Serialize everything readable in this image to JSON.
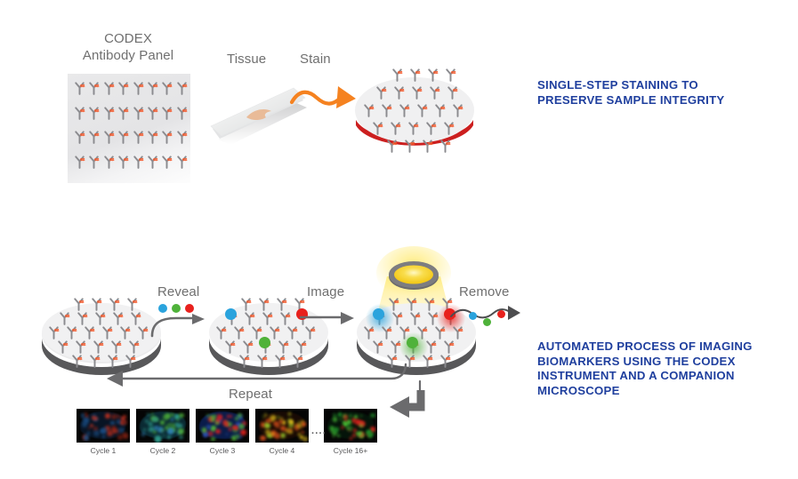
{
  "diagram": {
    "title": "CODEX multiplexed imaging workflow",
    "colors": {
      "callout_navy": "#1f3f9e",
      "label_gray": "#6f6f6f",
      "antibody_gray": "#8b8b8f",
      "barcode_orange": "#f4582a",
      "arrow_orange": "#f58220",
      "arrow_gray": "#6b6b6d",
      "disc_fill": "#ebebec",
      "disc_edge": "#58585a",
      "tissue_red": "#cc1f1f",
      "fluor_blue": "#2aa3dd",
      "fluor_green": "#4fb23a",
      "fluor_red": "#e8211d",
      "lamp_yellow": "#f7d417"
    }
  },
  "top_row": {
    "panel_label_line1": "CODEX",
    "panel_label_line2": "Antibody Panel",
    "tissue_label": "Tissue",
    "stain_label": "Stain",
    "panel_rows": 4,
    "panel_cols": 8,
    "callout": "SINGLE-STEP STAINING TO\nPRESERVE SAMPLE INTEGRITY"
  },
  "bottom_row": {
    "reveal_label": "Reveal",
    "image_label": "Image",
    "remove_label": "Remove",
    "repeat_label": "Repeat",
    "reveal_dots": [
      "#2aa3dd",
      "#4fb23a",
      "#e8211d"
    ],
    "remove_dots": [
      "#2aa3dd",
      "#4fb23a",
      "#e8211d"
    ],
    "callout": "AUTOMATED PROCESS OF IMAGING\nBIOMARKERS USING THE CODEX\nINSTRUMENT AND A COMPANION\nMICROSCOPE"
  },
  "cycles": {
    "ellipsis": "....",
    "items": [
      {
        "caption": "Cycle 1",
        "base": "#081424",
        "accents": [
          "#d0341f",
          "#1b4f86",
          "#7a1f14"
        ]
      },
      {
        "caption": "Cycle 2",
        "base": "#0b2a33",
        "accents": [
          "#2f9e8f",
          "#2f7fb5",
          "#4fb23a"
        ]
      },
      {
        "caption": "Cycle 3",
        "base": "#0a1c4a",
        "accents": [
          "#e8211d",
          "#4fb23a",
          "#2a4fb5"
        ]
      },
      {
        "caption": "Cycle 4",
        "base": "#180a04",
        "accents": [
          "#e8561d",
          "#e8c21d",
          "#9ec92a"
        ]
      },
      {
        "caption": "Cycle 16+",
        "base": "#05140a",
        "accents": [
          "#4fd23a",
          "#1f8f2a",
          "#e8211d"
        ]
      }
    ]
  }
}
